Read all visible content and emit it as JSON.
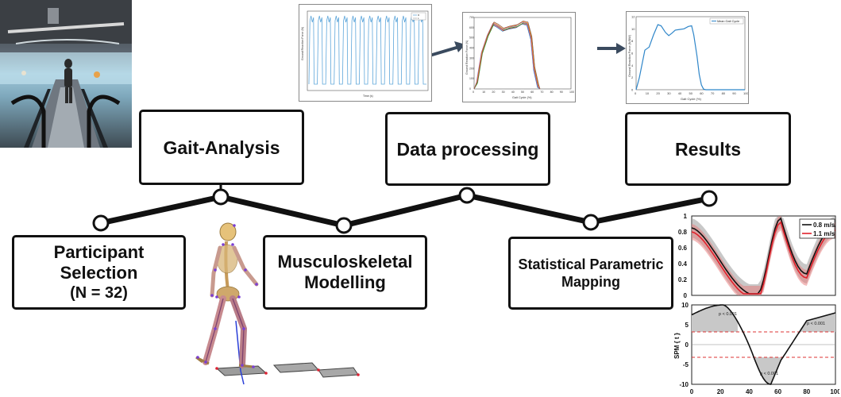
{
  "steps": {
    "gait_analysis": "Gait-Analysis",
    "data_processing": "Data processing",
    "results": "Results",
    "participant_selection": "Participant Selection",
    "participant_count": "(N = 32)",
    "musculoskeletal_l1": "Musculoskeletal",
    "musculoskeletal_l2": "Modelling",
    "spm_l1": "Statistical Parametric",
    "spm_l2": "Mapping"
  },
  "chart_data": [
    {
      "type": "line",
      "ylabel": "Ground Reaction Force (N)",
      "xlabel": "Time (s)",
      "legend": [
        "R",
        "L"
      ],
      "description_of_shape": "repeated gait cycles"
    },
    {
      "type": "line",
      "ylabel": "Ground Reaction Force (N)",
      "xlabel": "Gait Cycle (%)",
      "xlim": [
        0,
        100
      ],
      "x_ticks": [
        0,
        10,
        20,
        30,
        40,
        50,
        60,
        70,
        80,
        90,
        100
      ],
      "y_ticks": [
        0,
        100,
        200,
        300,
        400,
        500,
        600,
        700
      ]
    },
    {
      "type": "line",
      "ylabel": "Ground Reaction Force (N/BW)",
      "xlabel": "Gait Cycle (%)",
      "legend": [
        "Mean Gait Cycle"
      ],
      "xlim": [
        0,
        100
      ],
      "ylim": [
        0,
        12
      ],
      "x_ticks": [
        0,
        10,
        20,
        30,
        40,
        50,
        60,
        70,
        80,
        90,
        100
      ],
      "y_ticks": [
        0,
        2,
        4,
        6,
        8,
        10,
        12
      ],
      "series": [
        {
          "name": "Mean Gait Cycle",
          "x": [
            0,
            3,
            8,
            12,
            16,
            20,
            23,
            27,
            30,
            33,
            36,
            40,
            44,
            48,
            51,
            53,
            56,
            58,
            60,
            62,
            64,
            70,
            100
          ],
          "y": [
            0,
            2,
            6.5,
            7,
            9,
            10.7,
            10.5,
            9.4,
            8.9,
            9.3,
            9.8,
            9.9,
            10,
            10.4,
            10.5,
            9,
            5.5,
            2.5,
            0.8,
            0.1,
            0,
            0,
            0
          ]
        }
      ]
    },
    {
      "type": "line",
      "legend": [
        "0.8 m/s",
        "1.1 m/s"
      ],
      "ylim": [
        0,
        1
      ],
      "y_ticks": [
        "0",
        "0.2",
        "0.4",
        "0.6",
        "0.8",
        "1"
      ],
      "colors": {
        "0.8 m/s": "#111111",
        "1.1 m/s": "#e0202a"
      }
    },
    {
      "type": "line",
      "ylabel": "SPM { t }",
      "xlim": [
        0,
        100
      ],
      "ylim": [
        -10,
        10
      ],
      "x_ticks": [
        "0",
        "20",
        "40",
        "60",
        "80",
        "100"
      ],
      "y_ticks": [
        "10",
        "5",
        "0",
        "-5",
        "-10"
      ],
      "annotations": [
        "p < 0.001",
        "p < 0.001",
        "p < 0.001"
      ]
    }
  ]
}
